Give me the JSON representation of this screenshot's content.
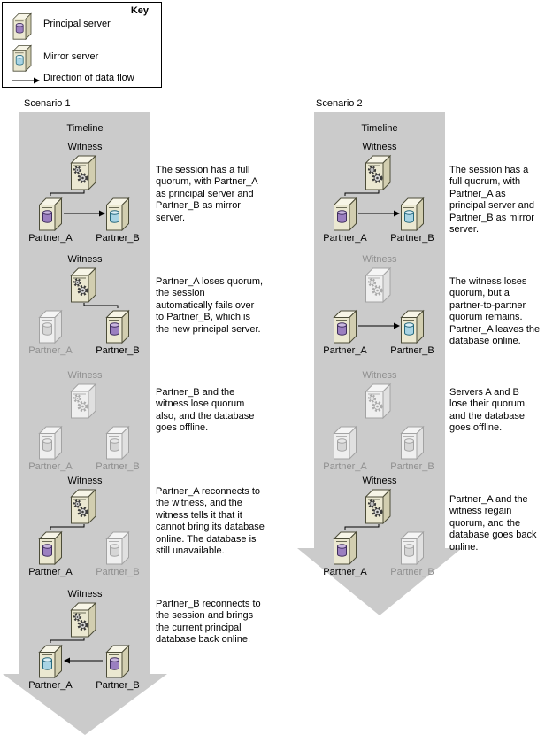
{
  "key": {
    "title": "Key",
    "principal_label": "Principal server",
    "mirror_label": "Mirror server",
    "flow_label": "Direction of data flow"
  },
  "colors": {
    "principal_purple": "#9b7fc0",
    "mirror_blue": "#a8d4e4",
    "offline_gray": "#d6d6d6",
    "timeline_arrow_gray": "#cbcbcb"
  },
  "scenario1": {
    "title": "Scenario 1",
    "timeline": "Timeline",
    "stages": [
      {
        "witness": "Witness",
        "partner_a": "Partner_A",
        "partner_b": "Partner_B",
        "description": "The session has a full quorum, with Partner_A as principal server and Partner_B as mirror server."
      },
      {
        "witness": "Witness",
        "partner_a": "Partner_A",
        "partner_b": "Partner_B",
        "description": "Partner_A loses quorum, the session automatically fails over to Partner_B, which is the new principal server."
      },
      {
        "witness": "Witness",
        "partner_a": "Partner_A",
        "partner_b": "Partner_B",
        "description": "Partner_B and the witness lose quorum also, and the database goes offline."
      },
      {
        "witness": "Witness",
        "partner_a": "Partner_A",
        "partner_b": "Partner_B",
        "description": "Partner_A reconnects to the witness, and the witness tells it that it cannot bring its database online. The database is still unavailable."
      },
      {
        "witness": "Witness",
        "partner_a": "Partner_A",
        "partner_b": "Partner_B",
        "description": "Partner_B reconnects to the session and brings the current principal database back online."
      }
    ]
  },
  "scenario2": {
    "title": "Scenario 2",
    "timeline": "Timeline",
    "stages": [
      {
        "witness": "Witness",
        "partner_a": "Partner_A",
        "partner_b": "Partner_B",
        "description": "The session has a full quorum, with Partner_A as principal server and Partner_B as mirror server."
      },
      {
        "witness": "Witness",
        "partner_a": "Partner_A",
        "partner_b": "Partner_B",
        "description": "The witness loses quorum, but a partner-to-partner quorum remains. Partner_A leaves the database online."
      },
      {
        "witness": "Witness",
        "partner_a": "Partner_A",
        "partner_b": "Partner_B",
        "description": "Servers A and B lose their quorum, and the database goes offline."
      },
      {
        "witness": "Witness",
        "partner_a": "Partner_A",
        "partner_b": "Partner_B",
        "description": "Partner_A and the witness regain quorum, and the database goes back online."
      }
    ]
  }
}
